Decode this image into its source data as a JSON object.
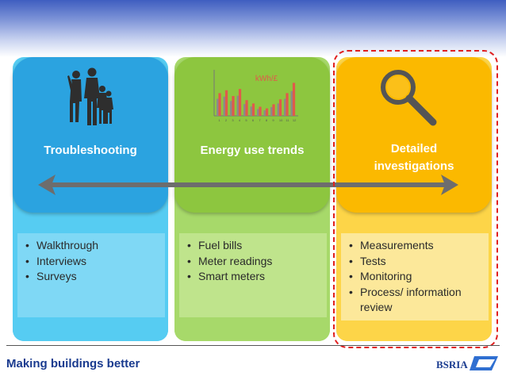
{
  "columns": [
    {
      "title": "Troubleshooting",
      "items": [
        "Walkthrough",
        "Interviews",
        "Surveys"
      ],
      "icon": "people-silhouette-icon",
      "card_color": "#2ba3e0",
      "column_color": "#56ccf2"
    },
    {
      "title": "Energy use trends",
      "items": [
        "Fuel bills",
        "Meter readings",
        "Smart meters"
      ],
      "icon": "bar-chart-icon",
      "card_color": "#8dc63f",
      "column_color": "#a7d96a"
    },
    {
      "title": "Detailed investigations",
      "items": [
        "Measurements",
        "Tests",
        "Monitoring",
        "Process/ information review"
      ],
      "icon": "magnifier-icon",
      "card_color": "#fbb900",
      "column_color": "#fdd548"
    }
  ],
  "mini_chart": {
    "label": "kWh/£",
    "categories": [
      "1",
      "2",
      "3",
      "4",
      "5",
      "6",
      "7",
      "8",
      "9",
      "10",
      "11",
      "12"
    ],
    "bar_color": "#e05a4a",
    "shadow_color": "#8a8a8a"
  },
  "footer": {
    "tagline": "Making buildings better",
    "logo_text": "BSRIA"
  },
  "colors": {
    "highlight": "#e02020",
    "arrow": "#6d6d6d",
    "footer_text": "#1a3b8f"
  }
}
